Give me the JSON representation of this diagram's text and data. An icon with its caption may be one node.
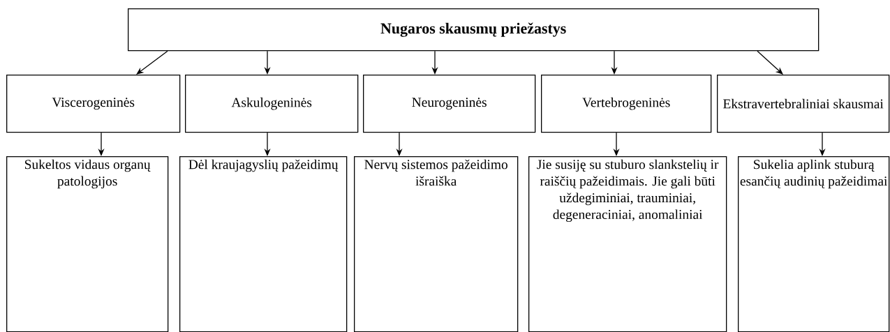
{
  "diagram": {
    "nodes": [
      {
        "text": [
          "Nugaros skausmų priežastys"
        ]
      },
      {
        "text": [
          "Viscerogeninės"
        ]
      },
      {
        "text": [
          "Askulogeninės"
        ]
      },
      {
        "text": [
          "Neurogeninės"
        ]
      },
      {
        "text": [
          "Vertebrogeninės"
        ]
      },
      {
        "text": [
          "Ekstravertebraliniai skausmai"
        ]
      },
      {
        "text": [
          "Sukeltos vidaus organų patologijos"
        ]
      },
      {
        "text": [
          "Dėl kraujagyslių pažeidimų"
        ]
      },
      {
        "text": [
          "Nervų sistemos pažeidimo išraiška"
        ]
      },
      {
        "text": [
          "Jie susiję su stuburo slankstelių ir raiščių pažeidimais. Jie gali būti uždegiminiai, trauminiai, degeneraciniai, anomaliniai"
        ]
      },
      {
        "text": [
          "Sukelia aplink stuburą esančių audinių pažeidimai"
        ]
      }
    ],
    "edges": [
      {
        "from": 0,
        "to": 1,
        "arrow": "to"
      },
      {
        "from": 0,
        "to": 2,
        "arrow": "to"
      },
      {
        "from": 0,
        "to": 3,
        "arrow": "to"
      },
      {
        "from": 0,
        "to": 4,
        "arrow": "to"
      },
      {
        "from": 0,
        "to": 5,
        "arrow": "to"
      },
      {
        "from": 1,
        "to": 6,
        "arrow": "to"
      },
      {
        "from": 2,
        "to": 7,
        "arrow": "to"
      },
      {
        "from": 3,
        "to": 8,
        "arrow": "to"
      },
      {
        "from": 4,
        "to": 9,
        "arrow": "to"
      },
      {
        "from": 5,
        "to": 10,
        "arrow": "to"
      }
    ]
  }
}
